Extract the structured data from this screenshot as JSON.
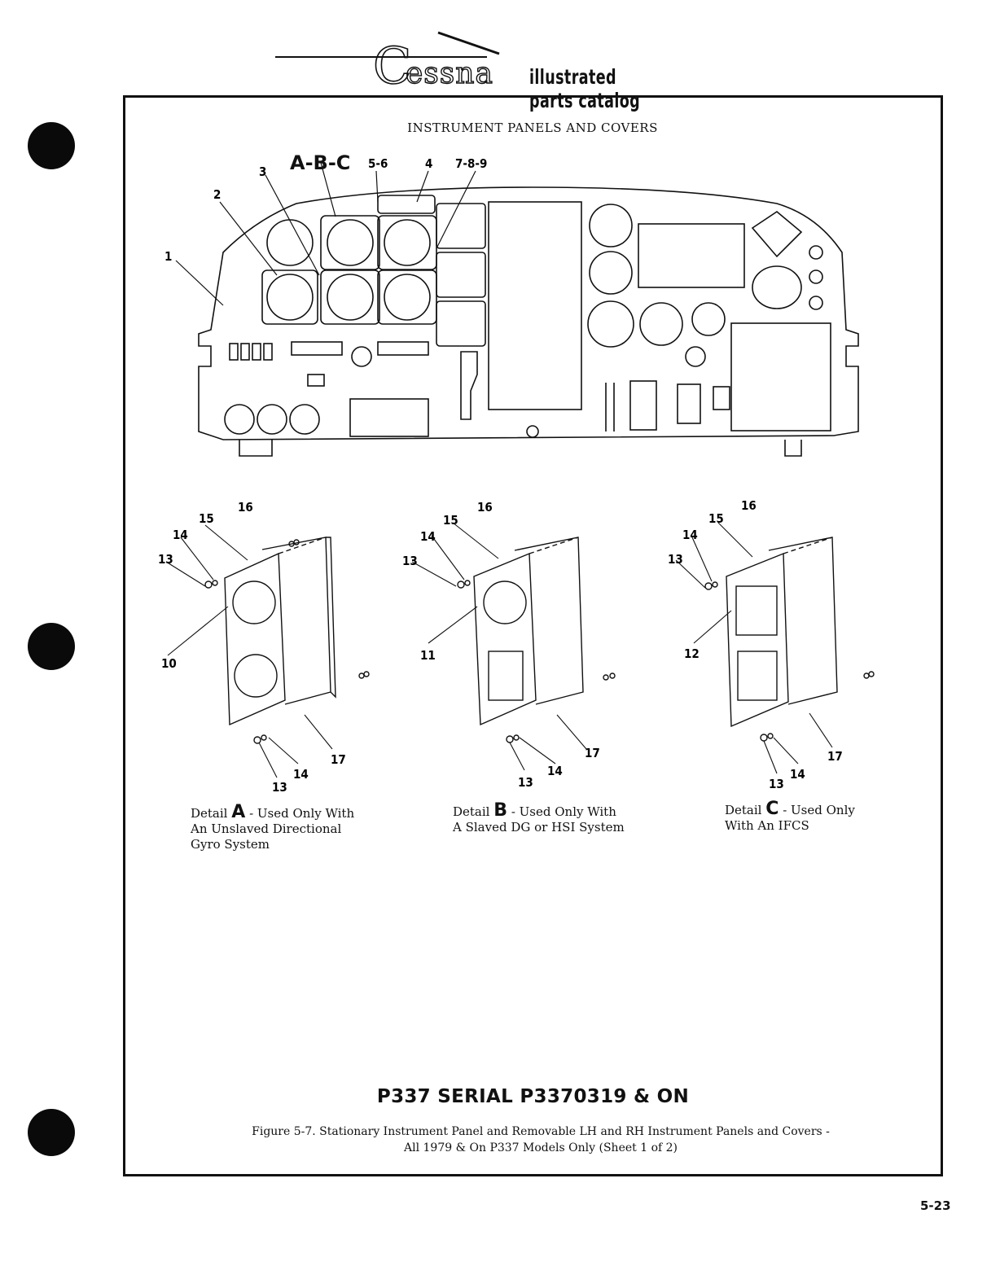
{
  "header": {
    "brand": "essna",
    "brand_initial": "C",
    "subtitle": "illustrated parts catalog"
  },
  "figure": {
    "section_title": "INSTRUMENT PANELS AND COVERS",
    "main_callouts": {
      "c1": "1",
      "c2": "2",
      "c3": "3",
      "abc": "A-B-C",
      "c56": "5-6",
      "c4": "4",
      "c789": "7-8-9"
    },
    "details": [
      {
        "letter": "A",
        "prefix": "Detail",
        "text_line1": "- Used Only With",
        "text_line2": "An Unslaved Directional",
        "text_line3": "Gyro System",
        "callouts": {
          "a": "16",
          "b": "15",
          "c": "14",
          "d": "13",
          "e": "10",
          "f": "17",
          "g": "14",
          "h": "13"
        }
      },
      {
        "letter": "B",
        "prefix": "Detail",
        "text_line1": "- Used Only With",
        "text_line2": "A Slaved DG or HSI System",
        "text_line3": "",
        "callouts": {
          "a": "16",
          "b": "15",
          "c": "14",
          "d": "13",
          "e": "11",
          "f": "17",
          "g": "14",
          "h": "13"
        }
      },
      {
        "letter": "C",
        "prefix": "Detail",
        "text_line1": "- Used Only",
        "text_line2": "With An IFCS",
        "text_line3": "",
        "callouts": {
          "a": "16",
          "b": "15",
          "c": "14",
          "d": "13",
          "e": "12",
          "f": "17",
          "g": "14",
          "h": "13"
        }
      }
    ],
    "serial": "P337 SERIAL P3370319 & ON",
    "caption_line1": "Figure 5-7.  Stationary Instrument Panel and Removable LH and RH Instrument Panels and Covers -",
    "caption_line2": "All 1979 & On P337 Models Only (Sheet 1 of 2)"
  },
  "page_number": "5-23"
}
